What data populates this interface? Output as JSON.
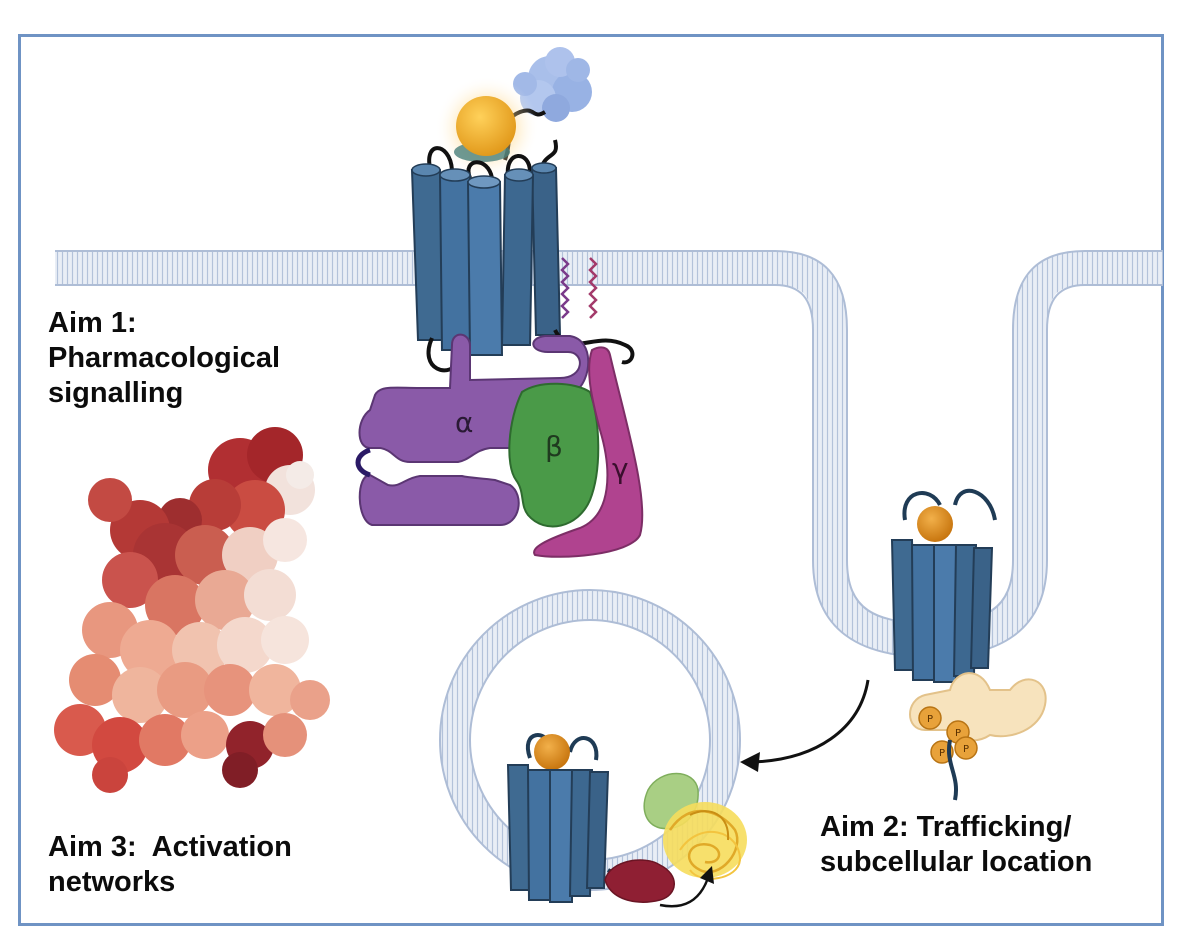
{
  "aims": [
    {
      "id": "aim1",
      "lines": [
        "Aim 1:",
        "Pharmacological",
        "signalling"
      ]
    },
    {
      "id": "aim2",
      "lines": [
        "Aim 2: Trafficking/",
        "subcellular location"
      ]
    },
    {
      "id": "aim3",
      "lines": [
        "Aim 3:  Activation",
        "networks"
      ]
    }
  ],
  "g_protein_labels": {
    "alpha": "α",
    "beta": "β",
    "gamma": "γ"
  },
  "phospho_label": "P",
  "colors": {
    "frame": "#6f93c4",
    "receptor": "#3f6a91",
    "receptor_dark": "#2c4f70",
    "membrane": "#c9d3e4",
    "membrane_line": "#9eb0cd",
    "ligand": "#f2b230",
    "alpha_subunit": "#8a5aa8",
    "beta_subunit": "#4a9a48",
    "gamma_subunit": "#b0438f",
    "arrestin": "#f7e3bd",
    "phospho": "#e8a23a",
    "protein_surface_dark": "#a8262a",
    "protein_surface_light": "#f4d9cc",
    "nanobody": "#f2d74a",
    "green_protein": "#a9cf84",
    "red_protein": "#8f1f33",
    "blue_protein": "#9db5e6"
  }
}
